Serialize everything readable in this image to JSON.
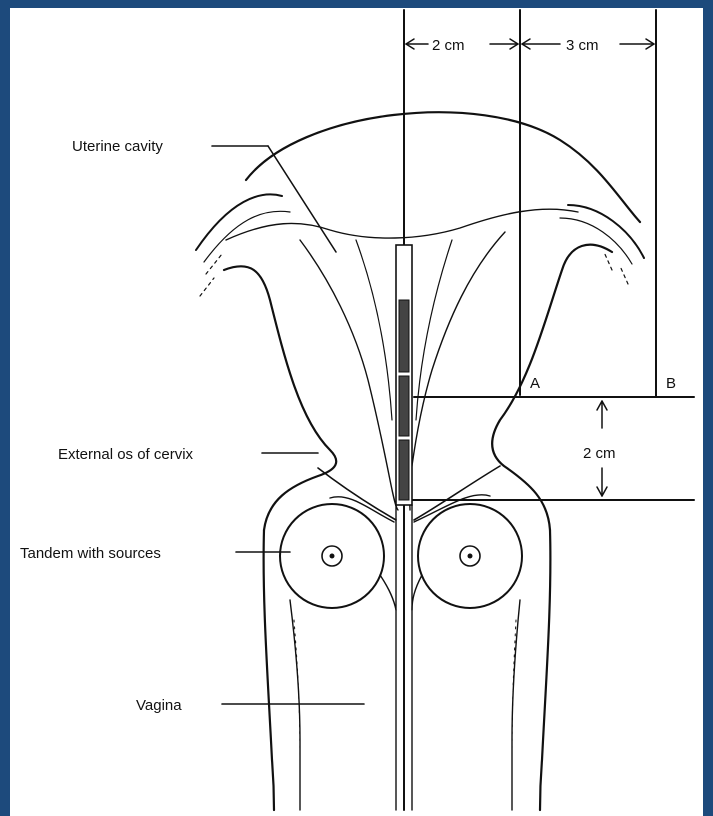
{
  "colors": {
    "border": "#1d4a7c",
    "background": "#ffffff",
    "ink": "#111111"
  },
  "labels": {
    "uterine_cavity": "Uterine cavity",
    "external_os": "External os of cervix",
    "tandem": "Tandem with sources",
    "vagina": "Vagina",
    "dim_2cm_top": "2 cm",
    "dim_3cm_top": "3 cm",
    "dim_2cm_side": "2 cm",
    "point_a": "A",
    "point_b": "B"
  }
}
